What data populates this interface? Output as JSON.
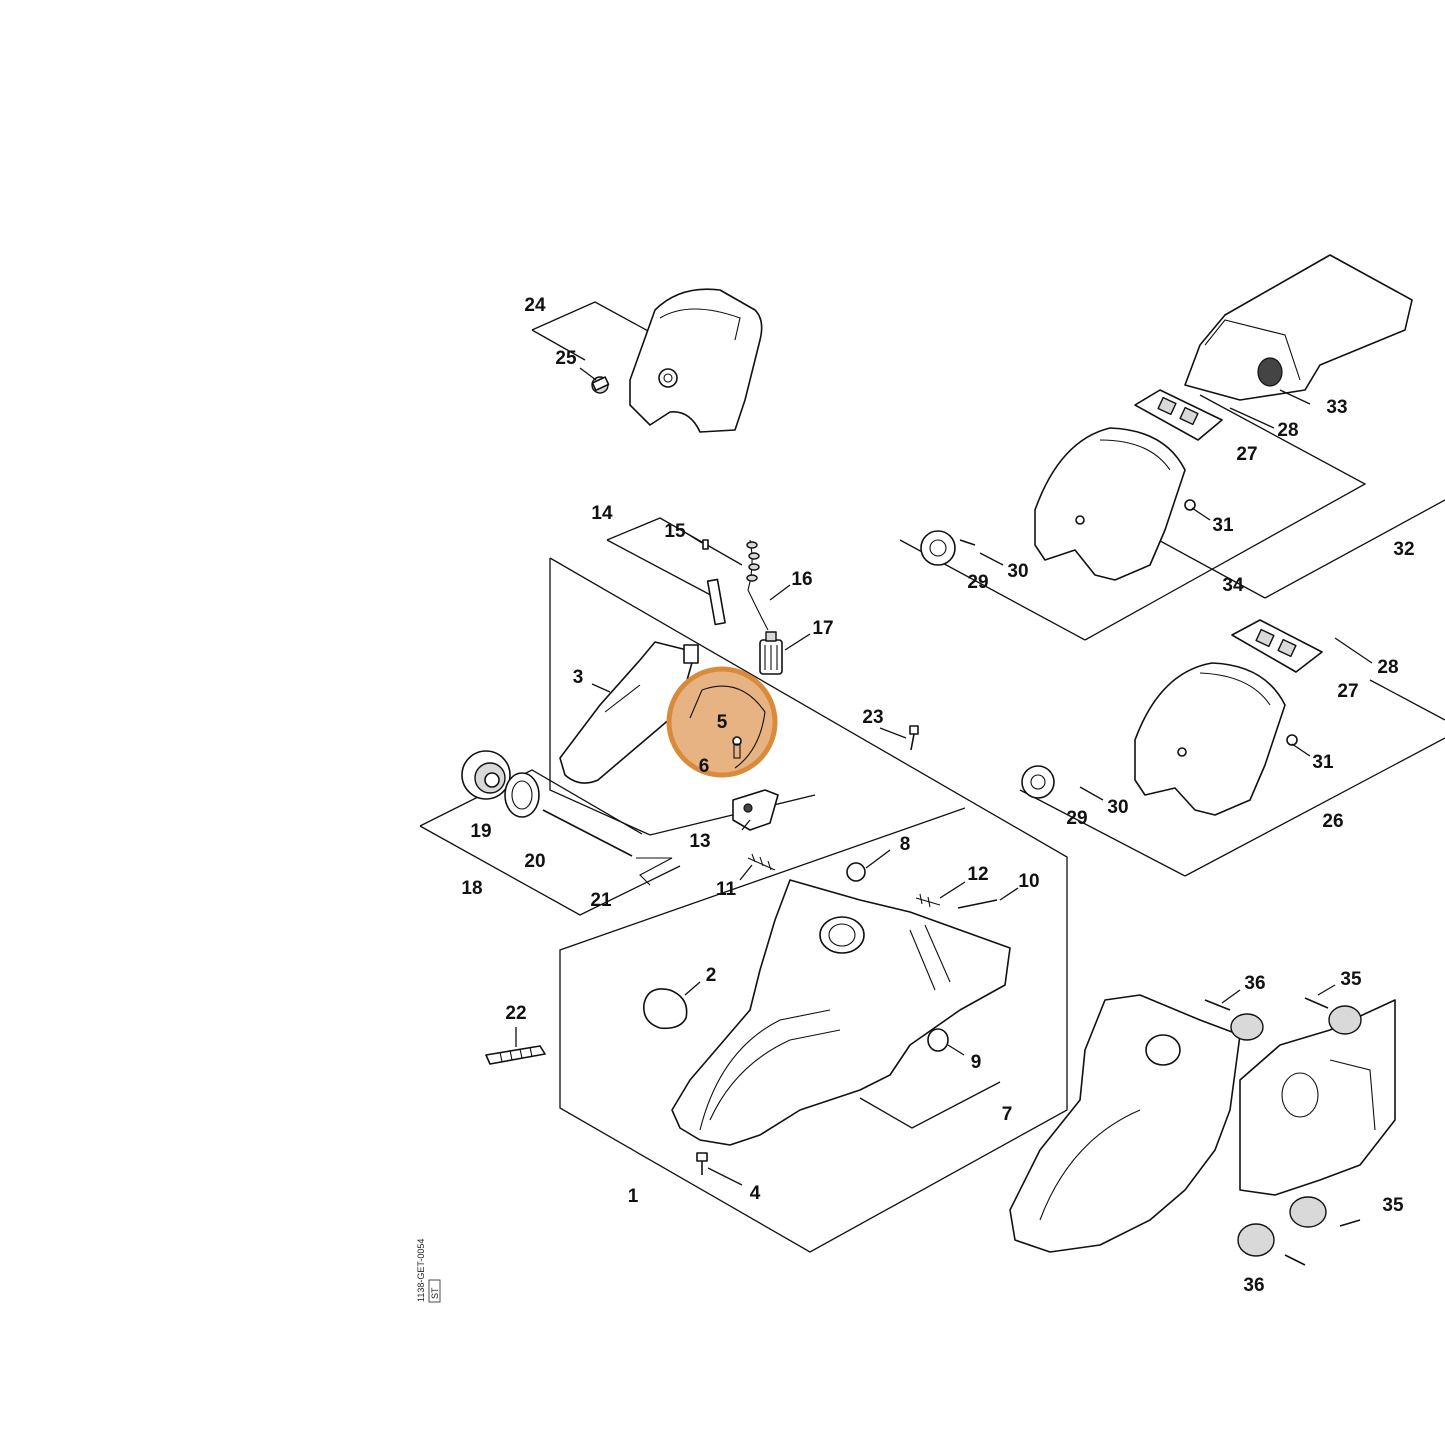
{
  "diagram": {
    "labels": [
      {
        "id": "1",
        "text": "1"
      },
      {
        "id": "2",
        "text": "2"
      },
      {
        "id": "3",
        "text": "3"
      },
      {
        "id": "4",
        "text": "4"
      },
      {
        "id": "5",
        "text": "5"
      },
      {
        "id": "6",
        "text": "6"
      },
      {
        "id": "7",
        "text": "7"
      },
      {
        "id": "8",
        "text": "8"
      },
      {
        "id": "9",
        "text": "9"
      },
      {
        "id": "10",
        "text": "10"
      },
      {
        "id": "11",
        "text": "11"
      },
      {
        "id": "12",
        "text": "12"
      },
      {
        "id": "13",
        "text": "13"
      },
      {
        "id": "14",
        "text": "14"
      },
      {
        "id": "15",
        "text": "15"
      },
      {
        "id": "16",
        "text": "16"
      },
      {
        "id": "17",
        "text": "17"
      },
      {
        "id": "18",
        "text": "18"
      },
      {
        "id": "19",
        "text": "19"
      },
      {
        "id": "20",
        "text": "20"
      },
      {
        "id": "21",
        "text": "21"
      },
      {
        "id": "22",
        "text": "22"
      },
      {
        "id": "23",
        "text": "23"
      },
      {
        "id": "24",
        "text": "24"
      },
      {
        "id": "25",
        "text": "25"
      },
      {
        "id": "26",
        "text": "26"
      },
      {
        "id": "27a",
        "text": "27"
      },
      {
        "id": "27b",
        "text": "27"
      },
      {
        "id": "28a",
        "text": "28"
      },
      {
        "id": "28b",
        "text": "28"
      },
      {
        "id": "29a",
        "text": "29"
      },
      {
        "id": "29b",
        "text": "29"
      },
      {
        "id": "30a",
        "text": "30"
      },
      {
        "id": "30b",
        "text": "30"
      },
      {
        "id": "31a",
        "text": "31"
      },
      {
        "id": "31b",
        "text": "31"
      },
      {
        "id": "32",
        "text": "32"
      },
      {
        "id": "33",
        "text": "33"
      },
      {
        "id": "34",
        "text": "34"
      },
      {
        "id": "35a",
        "text": "35"
      },
      {
        "id": "35b",
        "text": "35"
      },
      {
        "id": "36a",
        "text": "36"
      },
      {
        "id": "36b",
        "text": "36"
      }
    ],
    "drawing_code": "1138-GET-0054",
    "drawing_code_badge": "ST",
    "highlight": {
      "target_label": "5",
      "color": "#d98a3a",
      "fill": "#e7b383"
    }
  }
}
